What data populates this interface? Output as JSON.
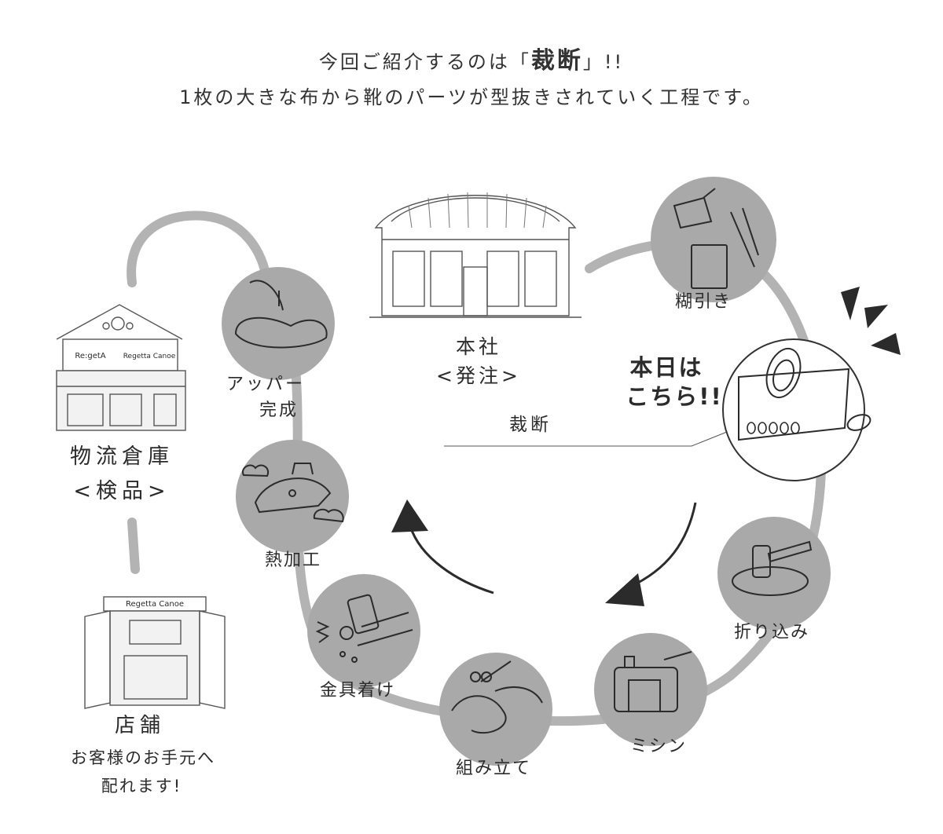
{
  "header": {
    "line1_before": "今回ご紹介するのは「",
    "line1_highlight": "裁断",
    "line1_after": "」!!",
    "line2": "1枚の大きな布から靴のパーツが型抜きされていく工程です。"
  },
  "head_office": {
    "line1": "本社",
    "line2": "<発注>"
  },
  "current_step": "裁断",
  "today_callout": {
    "line1": "本日は",
    "line2": "こちら!!"
  },
  "logistics": {
    "line1": "物流倉庫",
    "line2": "<検品>"
  },
  "store": {
    "line1": "店舗",
    "line2": "お客様のお手元へ",
    "line3": "配れます!"
  },
  "steps": {
    "glue": "糊引き",
    "fold": "折り込み",
    "sewing": "ミシン",
    "assembly": "組み立て",
    "metal": "金具着け",
    "heat": "熱加工",
    "upper_1": "アッパー",
    "upper_2": "完成"
  },
  "signage": {
    "sign1": "Re:getA",
    "sign2": "Regetta Canoe",
    "store_sign": "Regetta Canoe"
  },
  "colors": {
    "track": "#b3b3b3",
    "circle": "#a9a9a9",
    "ink": "#2b2b2b"
  }
}
